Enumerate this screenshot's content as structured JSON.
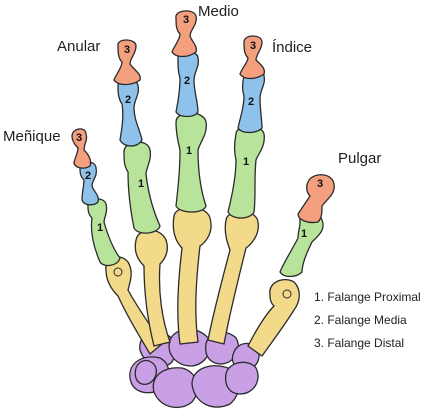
{
  "finger_labels": {
    "medio": "Medio",
    "anular": "Anular",
    "indice": "Índice",
    "menique": "Meñique",
    "pulgar": "Pulgar"
  },
  "bone_numbers": {
    "proximal": "1",
    "media": "2",
    "distal": "3"
  },
  "legend": [
    "1. Falange Proximal",
    "2. Falange Media",
    "3. Falange Distal"
  ],
  "colors": {
    "proximal": "#b8e39b",
    "media": "#8ec2ea",
    "distal": "#f4a07f",
    "metacarpal": "#f3d98a",
    "carpal": "#c9a0e6",
    "outline": "#2b2b2b"
  }
}
